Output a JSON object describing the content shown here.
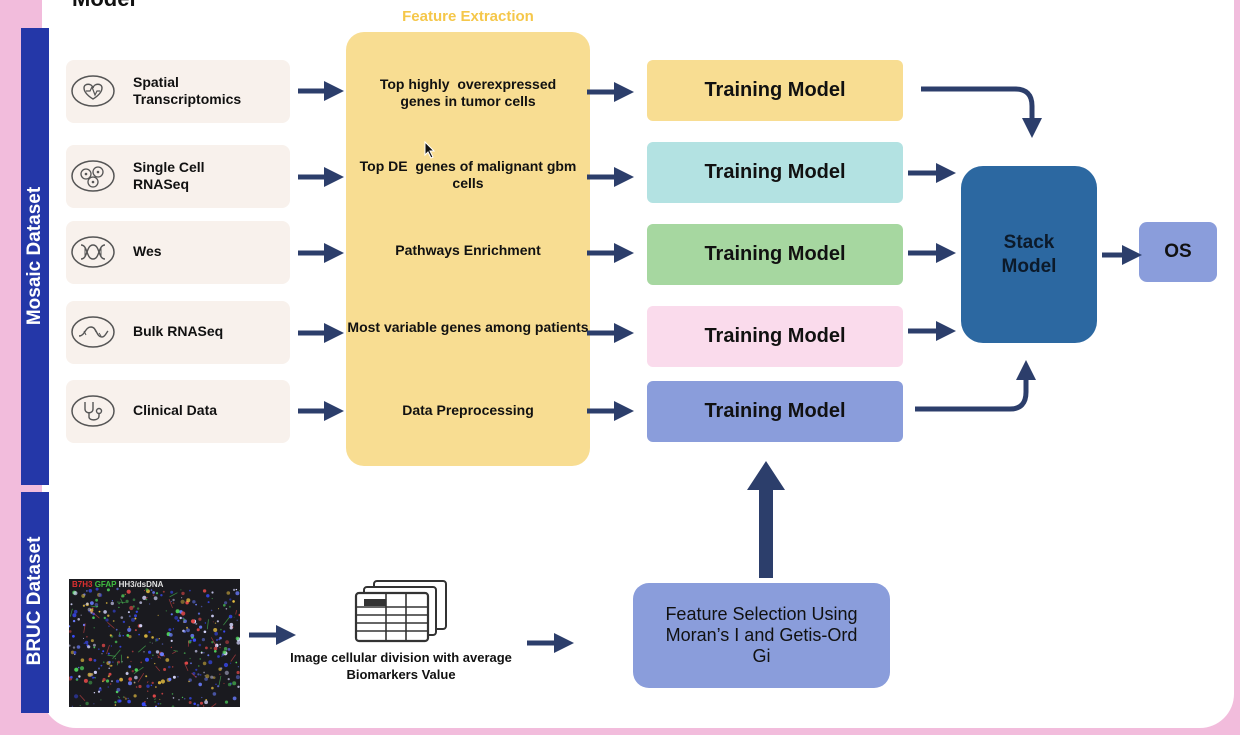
{
  "header_cut_text": "Model",
  "side_labels": {
    "mosaic": "Mosaic Dataset",
    "bruc": "BRUC Dataset"
  },
  "sources": [
    {
      "label": "Spatial\nTranscriptomics",
      "icon": "spatial-transcriptomics-icon"
    },
    {
      "label": "Single Cell\nRNASeq",
      "icon": "single-cell-icon"
    },
    {
      "label": "Wes",
      "icon": "dna-icon"
    },
    {
      "label": "Bulk RNASeq",
      "icon": "bulk-rna-icon"
    },
    {
      "label": "Clinical Data",
      "icon": "stethoscope-icon"
    }
  ],
  "feature_extraction": {
    "title": "Feature Extraction",
    "items": [
      "Top highly  overexpressed\ngenes in tumor cells",
      "Top DE  genes of malignant gbm\ncells",
      "Pathways Enrichment",
      "Most variable genes among patients",
      "Data Preprocessing"
    ]
  },
  "training_models": [
    {
      "label": "Training Model",
      "color": "#f8dd92"
    },
    {
      "label": "Training Model",
      "color": "#b3e2e2"
    },
    {
      "label": "Training Model",
      "color": "#a6d7a0"
    },
    {
      "label": "Training Model",
      "color": "#fadbec"
    },
    {
      "label": "Training Model",
      "color": "#8a9ddb"
    }
  ],
  "stack_model": "Stack\nModel",
  "output": "OS",
  "feature_selection": "Feature Selection Using\nMoran’s I and Getis-Ord\nGi",
  "bruc": {
    "micro_legend": [
      {
        "text": "B7H3",
        "color": "#e03030"
      },
      {
        "text": "GFAP",
        "color": "#40c040"
      },
      {
        "text": "",
        "color": "#4060ff"
      },
      {
        "text": "HH3/dsDNA",
        "color": "#e0e0e0"
      }
    ],
    "caption": "Image cellular division with average\nBiomarkers Value"
  },
  "colors": {
    "arrow": "#2c3e6b",
    "side_bar": "#2437a8",
    "stack": "#2c68a1",
    "feature_box": "#f8dd92"
  }
}
